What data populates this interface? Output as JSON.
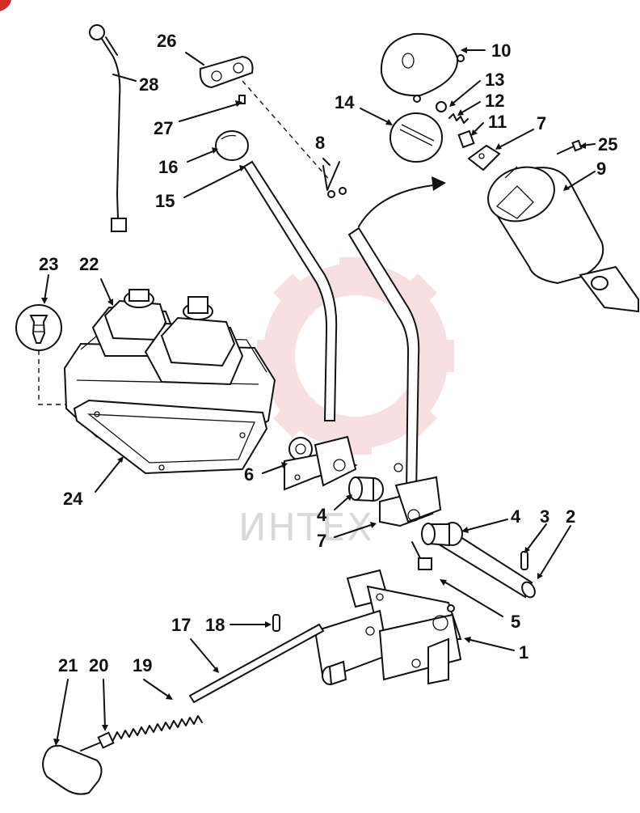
{
  "diagram": {
    "watermark_text": "ИНТЕХ",
    "accent_color": "#d62b2b",
    "watermark_color": "#f3c7c7",
    "callouts": [
      {
        "id": "c1",
        "text": "1"
      },
      {
        "id": "c2",
        "text": "2"
      },
      {
        "id": "c3",
        "text": "3"
      },
      {
        "id": "c4a",
        "text": "4"
      },
      {
        "id": "c4b",
        "text": "4"
      },
      {
        "id": "c5",
        "text": "5"
      },
      {
        "id": "c6",
        "text": "6"
      },
      {
        "id": "c7a",
        "text": "7"
      },
      {
        "id": "c7b",
        "text": "7"
      },
      {
        "id": "c8",
        "text": "8"
      },
      {
        "id": "c9",
        "text": "9"
      },
      {
        "id": "c10",
        "text": "10"
      },
      {
        "id": "c11",
        "text": "11"
      },
      {
        "id": "c12",
        "text": "12"
      },
      {
        "id": "c13",
        "text": "13"
      },
      {
        "id": "c14",
        "text": "14"
      },
      {
        "id": "c15",
        "text": "15"
      },
      {
        "id": "c16",
        "text": "16"
      },
      {
        "id": "c17",
        "text": "17"
      },
      {
        "id": "c18",
        "text": "18"
      },
      {
        "id": "c19",
        "text": "19"
      },
      {
        "id": "c20",
        "text": "20"
      },
      {
        "id": "c21",
        "text": "21"
      },
      {
        "id": "c22",
        "text": "22"
      },
      {
        "id": "c23",
        "text": "23"
      },
      {
        "id": "c24",
        "text": "24"
      },
      {
        "id": "c25",
        "text": "25"
      },
      {
        "id": "c26",
        "text": "26"
      },
      {
        "id": "c27",
        "text": "27"
      },
      {
        "id": "c28",
        "text": "28"
      }
    ]
  }
}
